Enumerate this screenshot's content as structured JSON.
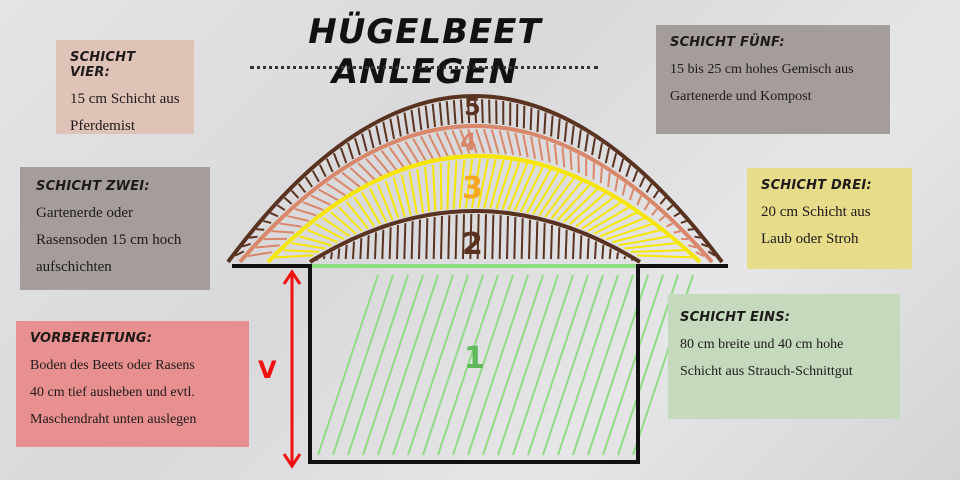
{
  "title": "HÜGELBEET ANLEGEN",
  "colors": {
    "brown": "#5a3320",
    "orange_brown": "#d9876a",
    "yellow": "#f7e600",
    "orange": "#f5a623",
    "green": "#8fdc82",
    "red": "#f01010"
  },
  "boxes": {
    "vier": {
      "heading": "SCHICHT VIER:",
      "lines": [
        "15 cm Schicht aus",
        "Pferdemist"
      ],
      "color": "#dfc3b7"
    },
    "zwei": {
      "heading": "SCHICHT ZWEI:",
      "lines": [
        "Gartenerde oder",
        "Rasensoden 15 cm hoch",
        "aufschichten"
      ],
      "color": "#a59d9b"
    },
    "vorbereitung": {
      "heading": "VORBEREITUNG:",
      "lines": [
        "Boden des Beets oder Rasens",
        "40 cm tief ausheben und  evtl.",
        "Maschendraht unten auslegen"
      ],
      "color": "#e8908f"
    },
    "fuenf": {
      "heading": "SCHICHT FÜNF:",
      "lines": [
        "15 bis 25 cm hohes Gemisch aus",
        "Gartenerde und Kompost"
      ],
      "color": "#a59d9b"
    },
    "drei": {
      "heading": "SCHICHT DREI:",
      "lines": [
        "20 cm Schicht aus",
        "Laub oder Stroh"
      ],
      "color": "#e6dc8a"
    },
    "eins": {
      "heading": "SCHICHT EINS:",
      "lines": [
        "80 cm breite und 40 cm hohe",
        "Schicht aus Strauch-Schnittgut"
      ],
      "color": "#c5d9bd"
    }
  },
  "diagram": {
    "layer_labels": [
      "5",
      "4",
      "3",
      "2",
      "1"
    ],
    "depth_label": "V"
  }
}
